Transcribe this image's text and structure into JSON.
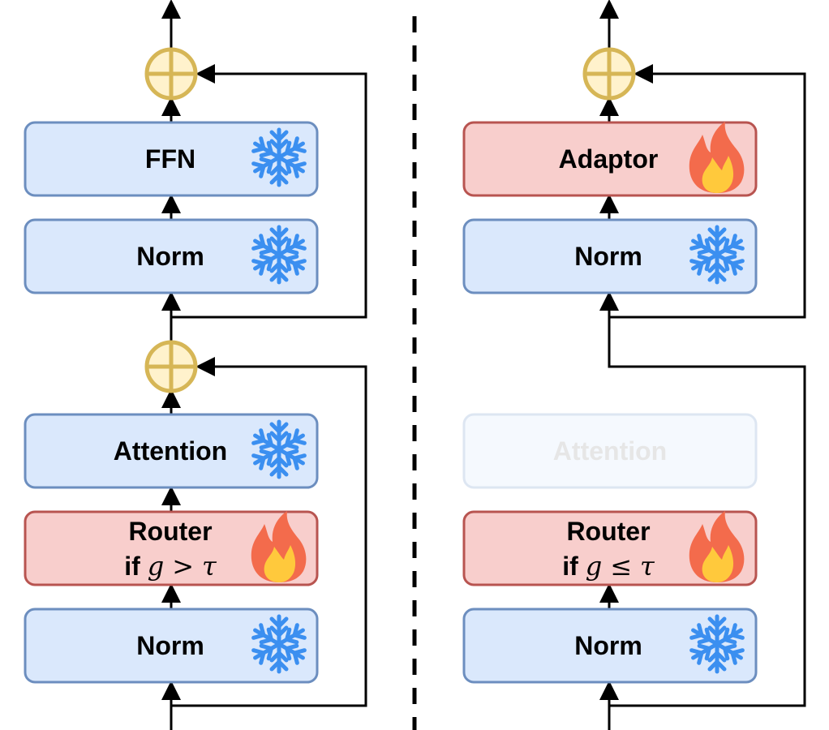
{
  "left_column": {
    "ffn_label": "FFN",
    "norm_top_label": "Norm",
    "attention_label": "Attention",
    "router_line1": "Router",
    "router_if": "if ",
    "router_g": "g",
    "router_op": ">",
    "router_tau": "τ",
    "norm_bottom_label": "Norm"
  },
  "right_column": {
    "adaptor_label": "Adaptor",
    "norm_top_label": "Norm",
    "attention_label": "Attention",
    "router_line1": "Router",
    "router_if": "if ",
    "router_g": "g",
    "router_op": "≤",
    "router_tau": "τ",
    "norm_bottom_label": "Norm"
  },
  "colors": {
    "frozen_fill": "#dae8fc",
    "frozen_stroke": "#6c8ebf",
    "trainable_fill": "#f8cecc",
    "trainable_stroke": "#b85450",
    "adder_fill": "#fff2cc",
    "adder_stroke": "#d6b656",
    "snowflake": "#3b8ff0",
    "flame_outer": "#f36b4c",
    "flame_inner": "#ffc93c"
  },
  "icons": {
    "frozen": "snowflake-icon",
    "trainable": "flame-icon",
    "adder": "circled-plus"
  }
}
